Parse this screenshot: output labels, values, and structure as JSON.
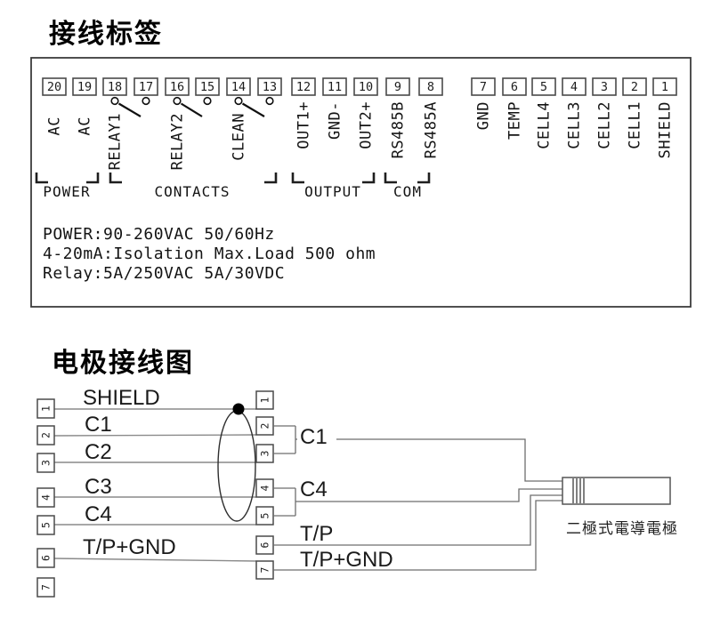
{
  "wiring_label": {
    "title": "接线标签",
    "terminals": [
      {
        "num": "20",
        "label": "AC"
      },
      {
        "num": "19",
        "label": "AC"
      },
      {
        "num": "18",
        "label": "RELAY1"
      },
      {
        "num": "17",
        "label": ""
      },
      {
        "num": "16",
        "label": "RELAY2"
      },
      {
        "num": "15",
        "label": ""
      },
      {
        "num": "14",
        "label": "CLEAN"
      },
      {
        "num": "13",
        "label": ""
      },
      {
        "num": "12",
        "label": "OUT1+"
      },
      {
        "num": "11",
        "label": "GND-"
      },
      {
        "num": "10",
        "label": "OUT2+"
      },
      {
        "num": "9",
        "label": "RS485B"
      },
      {
        "num": "8",
        "label": "RS485A"
      },
      {
        "num": "7",
        "label": "GND"
      },
      {
        "num": "6",
        "label": "TEMP"
      },
      {
        "num": "5",
        "label": "CELL4"
      },
      {
        "num": "4",
        "label": "CELL3"
      },
      {
        "num": "3",
        "label": "CELL2"
      },
      {
        "num": "2",
        "label": "CELL1"
      },
      {
        "num": "1",
        "label": "SHIELD"
      }
    ],
    "groups": [
      "POWER",
      "CONTACTS",
      "OUTPUT",
      "COM"
    ],
    "specs": {
      "line1": "POWER:90-260VAC  50/60Hz",
      "line2": "4-20mA:Isolation Max.Load 500 ohm",
      "line3": "Relay:5A/250VAC  5A/30VDC"
    }
  },
  "electrode_diagram": {
    "title": "电极接线图",
    "left_terminals": [
      {
        "num": "1",
        "wire": "SHIELD"
      },
      {
        "num": "2",
        "wire": "C1"
      },
      {
        "num": "3",
        "wire": "C2"
      },
      {
        "num": "4",
        "wire": "C3"
      },
      {
        "num": "5",
        "wire": "C4"
      },
      {
        "num": "6",
        "wire": "T/P+GND"
      },
      {
        "num": "7",
        "wire": ""
      }
    ],
    "right_terminals": [
      {
        "num": "1"
      },
      {
        "num": "2"
      },
      {
        "num": "3"
      },
      {
        "num": "4"
      },
      {
        "num": "5"
      },
      {
        "num": "6"
      },
      {
        "num": "7"
      }
    ],
    "right_labels": {
      "c1": "C1",
      "c4": "C4",
      "tp": "T/P",
      "tp_gnd": "T/P+GND"
    },
    "electrode_label": "二極式電導電極"
  }
}
